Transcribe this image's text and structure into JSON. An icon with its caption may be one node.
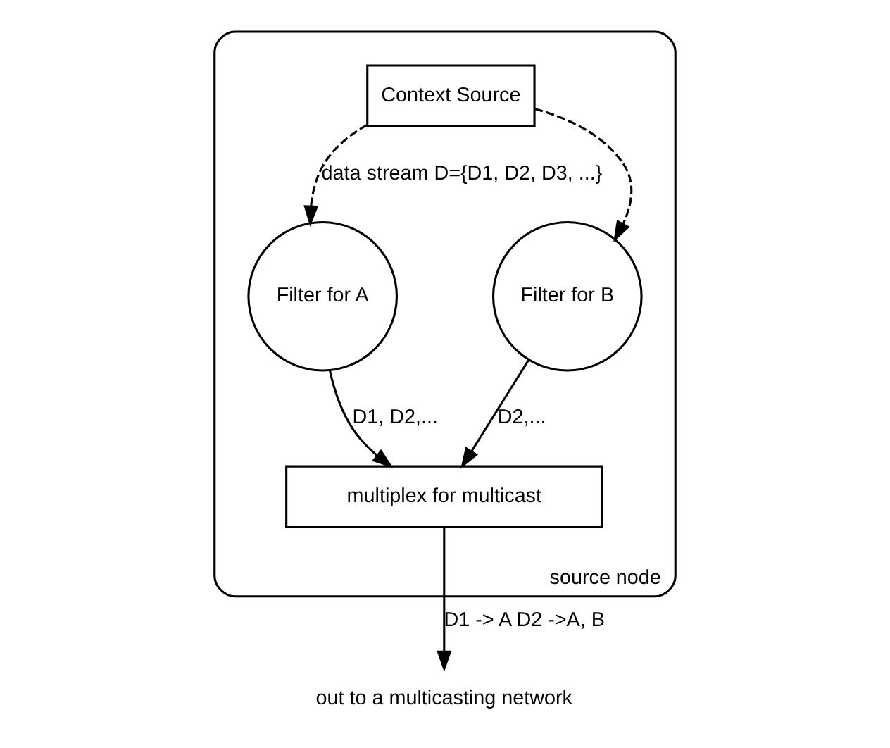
{
  "diagram": {
    "nodes": [
      {
        "text": [
          "source node"
        ]
      },
      {
        "text": [
          "Context Source"
        ],
        "in": 0
      },
      {
        "text": [
          "Filter for A"
        ],
        "in": 0
      },
      {
        "text": [
          "Filter for B"
        ],
        "in": 0
      },
      {
        "text": [
          "multiplex for multicast"
        ],
        "in": 0
      },
      {
        "text": [
          "out to a multicasting network"
        ]
      }
    ],
    "edges": [
      {
        "from": 1,
        "to": 2,
        "arrow": "to",
        "style": "dashed",
        "label": "data stream D={D1, D2, D3, ...}"
      },
      {
        "from": 1,
        "to": 3,
        "arrow": "to",
        "style": "dashed"
      },
      {
        "from": 2,
        "to": 4,
        "arrow": "to",
        "label": "D1, D2,..."
      },
      {
        "from": 3,
        "to": 4,
        "arrow": "to",
        "label": "D2,..."
      },
      {
        "from": 4,
        "to": 5,
        "arrow": "to",
        "label": "D1 -> A D2 ->A, B"
      }
    ]
  }
}
